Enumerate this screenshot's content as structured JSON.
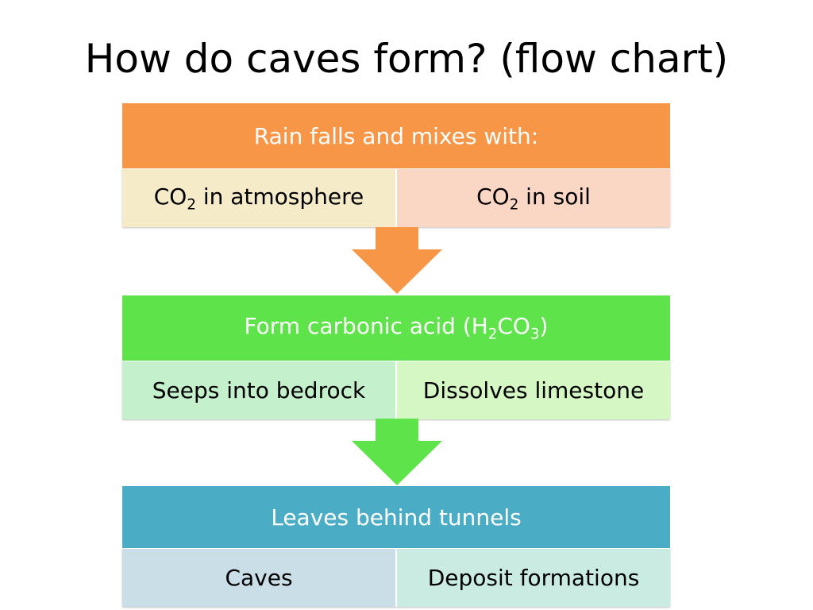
{
  "title": "How do caves form? (flow chart)",
  "colors": {
    "orange_header": "#F79646",
    "green_header": "#5FE34A",
    "blue_header": "#4BACC6",
    "cell_yellow": "#F5EBC9",
    "cell_peach": "#FAD6C5",
    "cell_green1": "#C4F0CC",
    "cell_green2": "#D5F7C4",
    "cell_blue": "#C9DEE6",
    "cell_aqua": "#C9EBE1"
  },
  "step1": {
    "header": "Rain falls and mixes with:",
    "left_prefix": "CO",
    "left_sub": "2",
    "left_suffix": " in atmosphere",
    "right_prefix": "CO",
    "right_sub": "2",
    "right_suffix": " in soil"
  },
  "step2": {
    "header_prefix": "Form carbonic acid (H",
    "header_sub1": "2",
    "header_mid": "CO",
    "header_sub2": "3",
    "header_suffix": ")",
    "left": "Seeps into bedrock",
    "right": "Dissolves limestone"
  },
  "step3": {
    "header": "Leaves behind tunnels",
    "left": "Caves",
    "right": "Deposit formations"
  }
}
